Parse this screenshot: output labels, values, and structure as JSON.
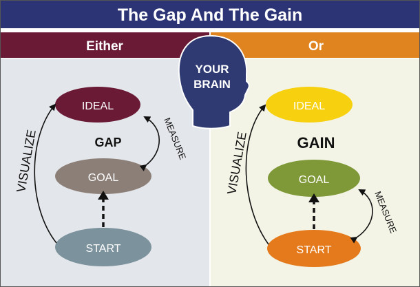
{
  "title": "The Gap And The Gain",
  "brain": {
    "line1": "YOUR",
    "line2": "BRAIN"
  },
  "left": {
    "header": "Either",
    "ideal": "IDEAL",
    "goal": "GOAL",
    "start": "START",
    "center_word": "GAP",
    "visualize": "VISUALIZE",
    "measure": "MEASURE"
  },
  "right": {
    "header": "Or",
    "ideal": "IDEAL",
    "goal": "GOAL",
    "start": "START",
    "center_word": "GAIN",
    "visualize": "VISUALIZE",
    "measure": "MEASURE"
  },
  "colors": {
    "title_bar": "#2c3476",
    "either_bar": "#6a1a35",
    "or_bar": "#e0841f",
    "left_bg": "#e3e6ea",
    "right_bg": "#f3f4e6",
    "left_ideal": "#6a1a35",
    "left_goal": "#8c7f78",
    "left_start": "#7c929d",
    "right_ideal": "#f7d00f",
    "right_goal": "#7f9838",
    "right_start": "#e57a1c",
    "brain": "#2f3a72"
  }
}
